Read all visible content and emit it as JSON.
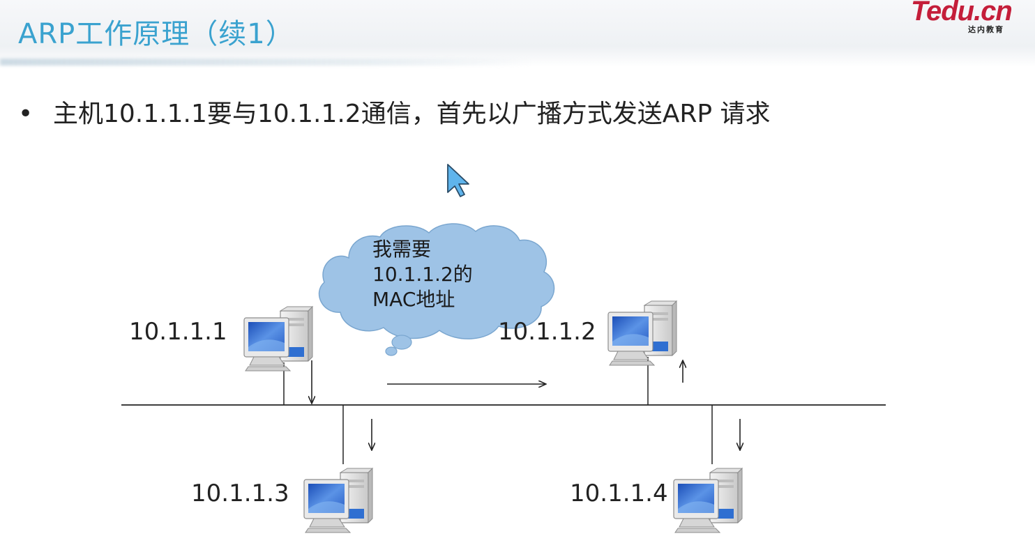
{
  "header": {
    "title": "ARP工作原理（续1）",
    "logo_main": "Tedu.cn",
    "logo_sub": "达内教育"
  },
  "content": {
    "bullet": "•",
    "text": "主机10.1.1.1要与10.1.1.2通信，首先以广播方式发送ARP 请求"
  },
  "diagram": {
    "cloud_lines": [
      "我需要",
      "10.1.1.2的",
      "MAC地址"
    ],
    "hosts": [
      {
        "ip": "10.1.1.1"
      },
      {
        "ip": "10.1.1.2"
      },
      {
        "ip": "10.1.1.3"
      },
      {
        "ip": "10.1.1.4"
      }
    ]
  },
  "colors": {
    "title": "#3aa2cf",
    "logo": "#c41e3a",
    "cloud_fill": "#9ec3e6",
    "cloud_stroke": "#7aa6cf",
    "monitor_screen": "#2f6fd1",
    "line": "#222222"
  }
}
